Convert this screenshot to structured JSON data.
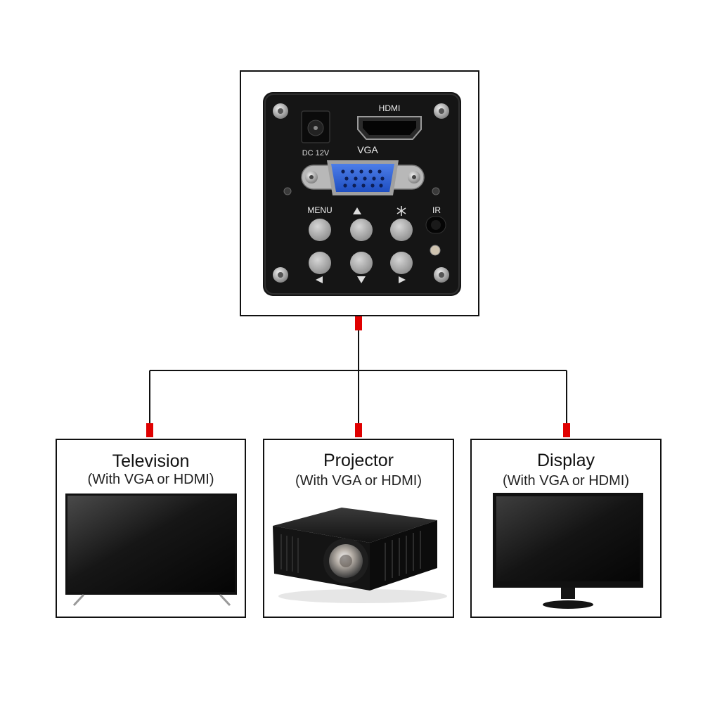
{
  "camera": {
    "dc_label": "DC 12V",
    "hdmi_label": "HDMI",
    "vga_label": "VGA",
    "menu_label": "MENU",
    "ir_label": "IR",
    "up_icon": "triangle-up",
    "freeze_icon": "snowflake",
    "left_icon": "triangle-left",
    "down_icon": "triangle-down",
    "right_icon": "triangle-right"
  },
  "connector_color": "#e00000",
  "outputs": [
    {
      "title": "Television",
      "subtitle": "(With VGA or HDMI)"
    },
    {
      "title": "Projector",
      "subtitle": "(With VGA or HDMI)"
    },
    {
      "title": "Display",
      "subtitle": "(With VGA or HDMI)"
    }
  ]
}
